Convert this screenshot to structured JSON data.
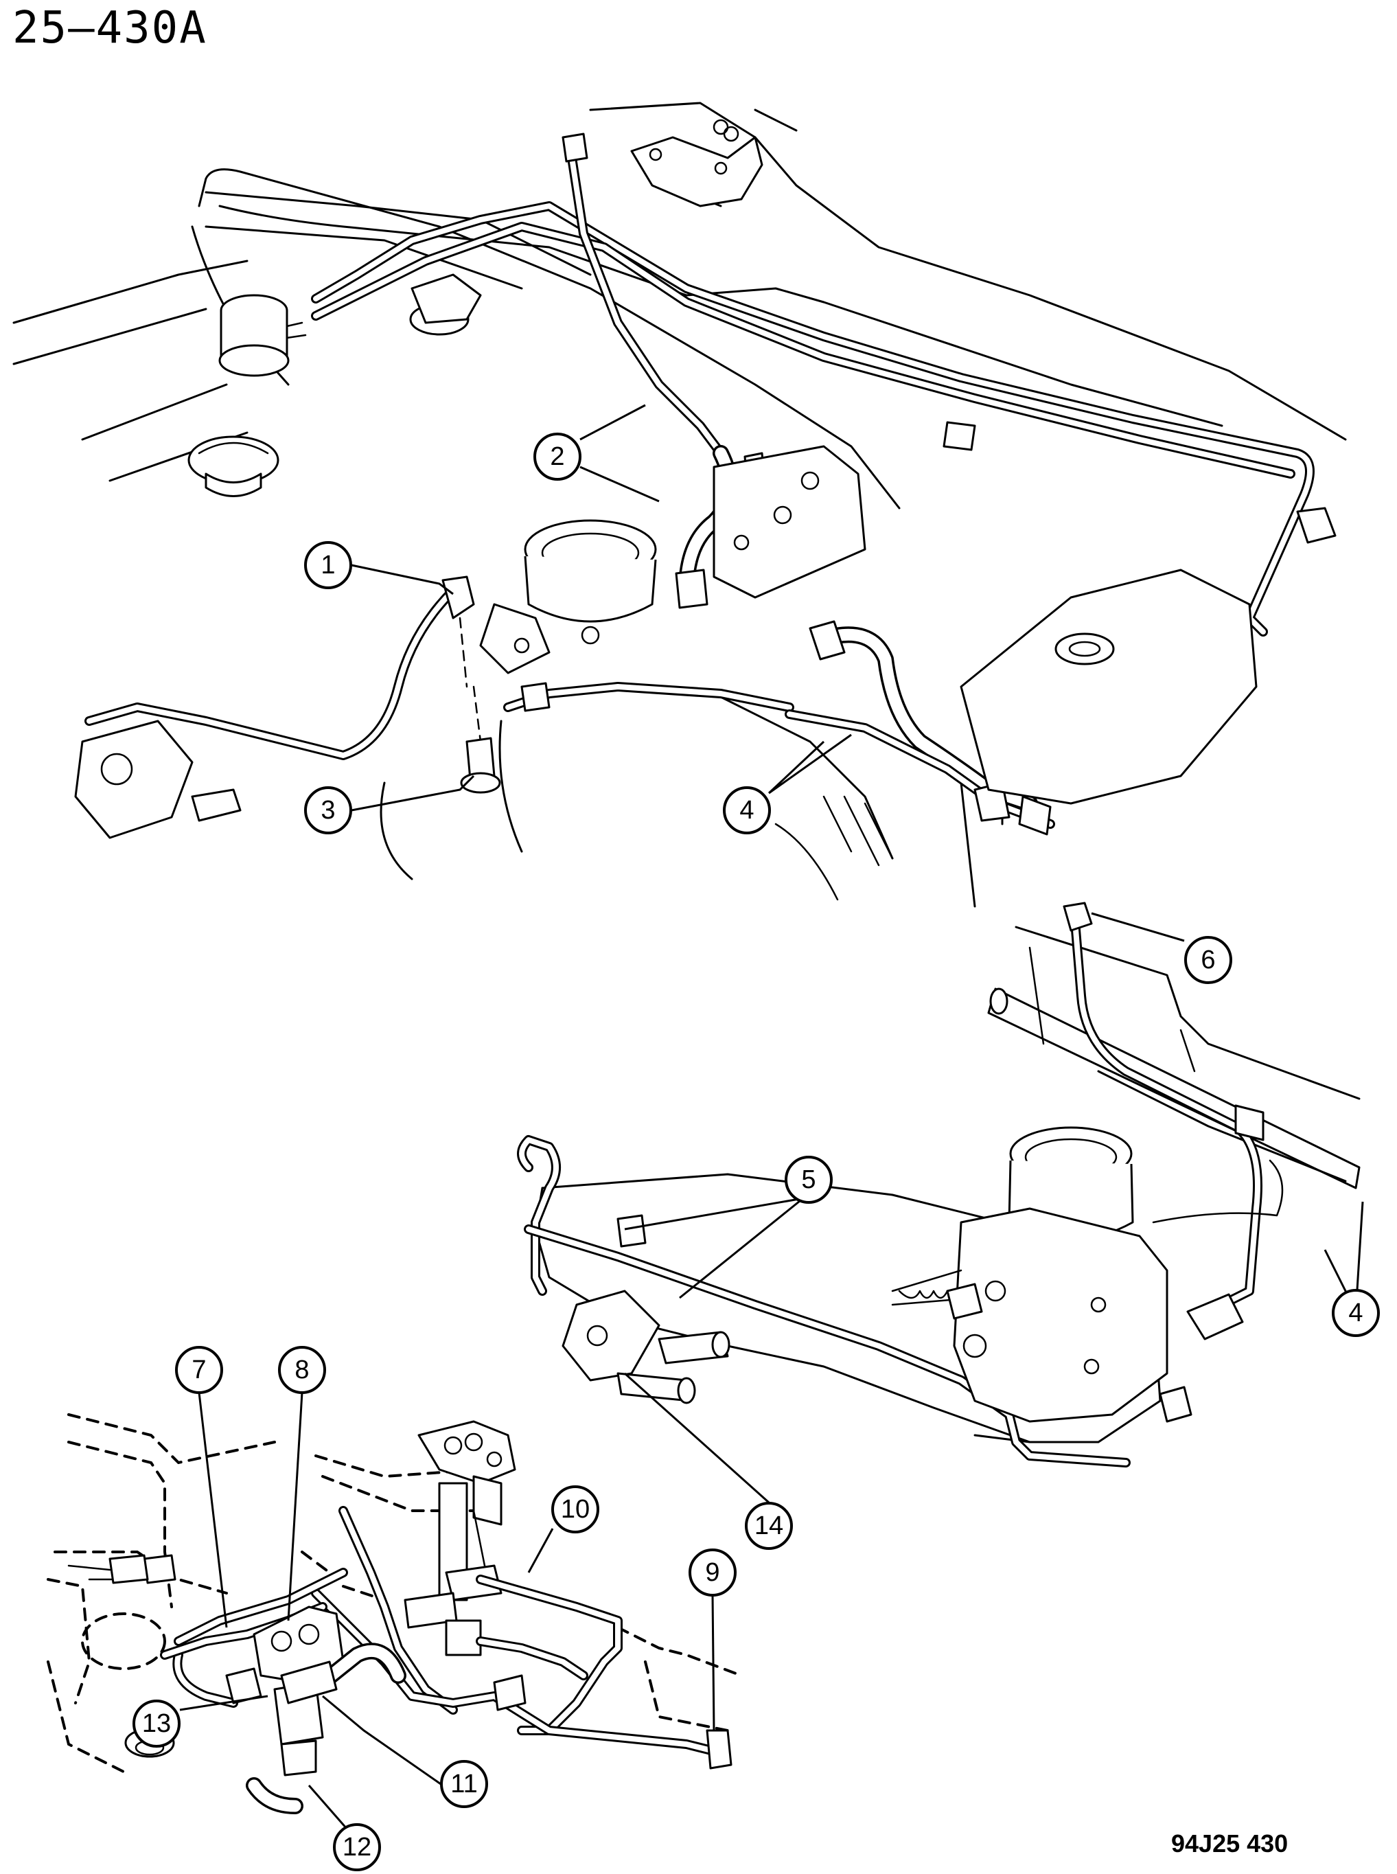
{
  "diagram_id": "25–430A",
  "drawing_code": "94J25  430",
  "callouts": {
    "c1": "1",
    "c2": "2",
    "c3": "3",
    "c4a": "4",
    "c5": "5",
    "c6": "6",
    "c4b": "4",
    "c7": "7",
    "c8": "8",
    "c10": "10",
    "c9": "9",
    "c14": "14",
    "c13": "13",
    "c11": "11",
    "c12": "12"
  }
}
